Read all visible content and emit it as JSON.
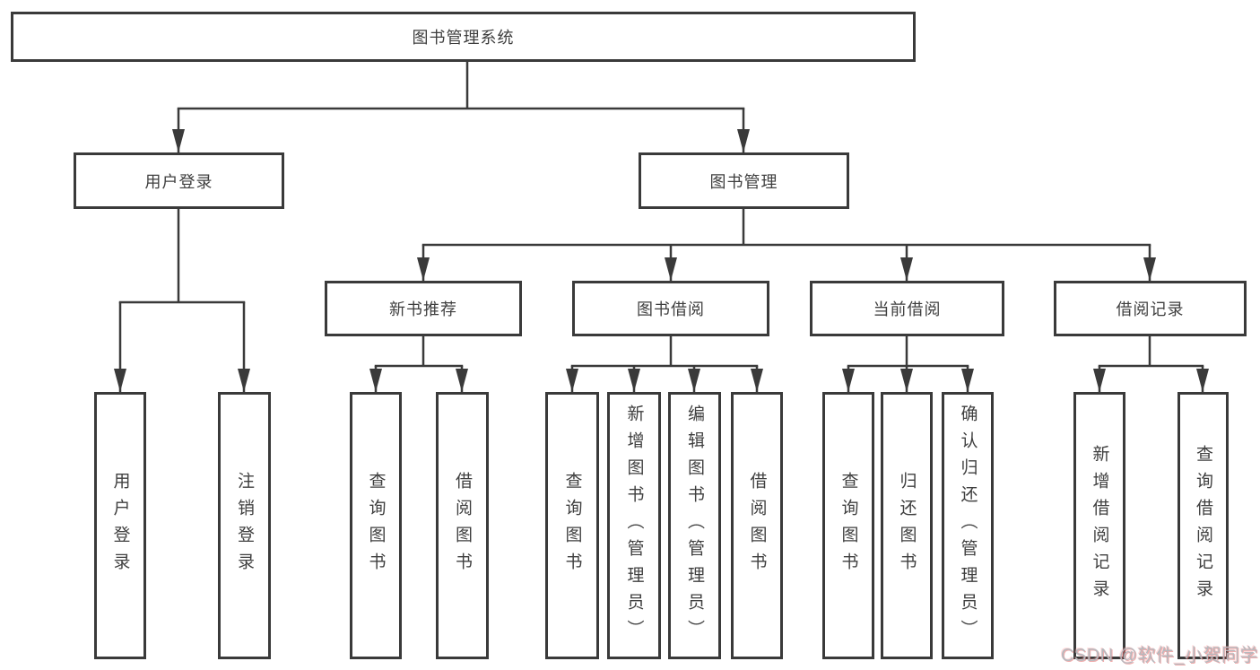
{
  "colors": {
    "line": "#3a3a3a",
    "box_border": "#3a3a3a",
    "box_fill": "#ffffff",
    "text": "#3f3f3f",
    "background": "#ffffff",
    "watermark": "#b7b9be"
  },
  "watermark": {
    "text": "CSDN @软件_小贺同学"
  },
  "tree": {
    "label": "图书管理系统",
    "children": [
      {
        "label": "用户登录",
        "children": [
          {
            "label": "用户登录"
          },
          {
            "label": "注销登录"
          }
        ]
      },
      {
        "label": "图书管理",
        "children": [
          {
            "label": "新书推荐",
            "children": [
              {
                "label": "查询图书"
              },
              {
                "label": "借阅图书"
              }
            ]
          },
          {
            "label": "图书借阅",
            "children": [
              {
                "label": "查询图书"
              },
              {
                "label": "新增图书（管理员）"
              },
              {
                "label": "编辑图书（管理员）"
              },
              {
                "label": "借阅图书"
              }
            ]
          },
          {
            "label": "当前借阅",
            "children": [
              {
                "label": "查询图书"
              },
              {
                "label": "归还图书"
              },
              {
                "label": "确认归还（管理员）"
              }
            ]
          },
          {
            "label": "借阅记录",
            "children": [
              {
                "label": "新增借阅记录"
              },
              {
                "label": "查询借阅记录"
              }
            ]
          }
        ]
      }
    ]
  }
}
